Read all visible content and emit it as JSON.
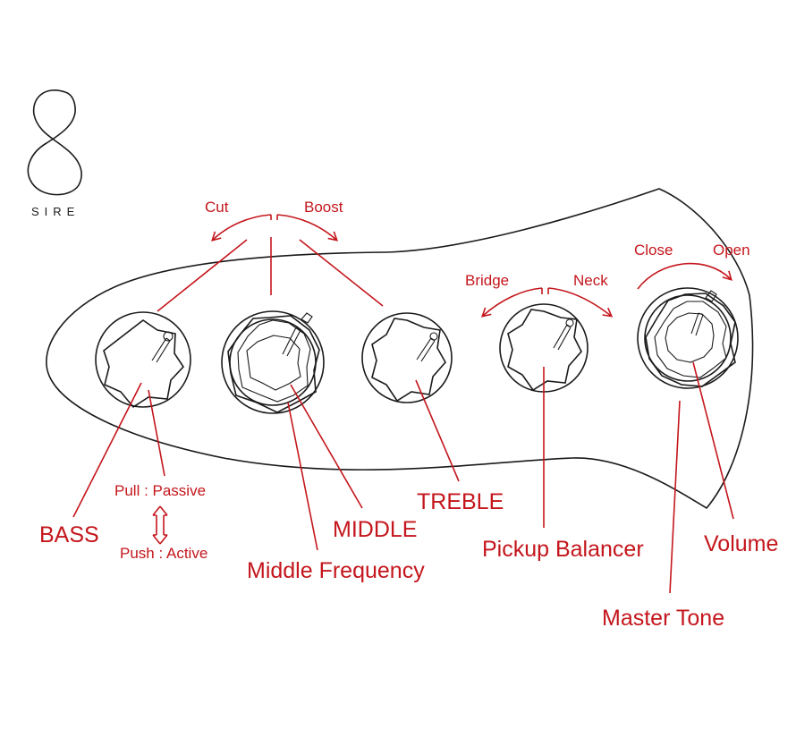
{
  "brand": {
    "name": "SIRE"
  },
  "colors": {
    "accent": "#c4161c",
    "line": "#1a1a1a",
    "background": "#ffffff"
  },
  "labels": {
    "cut": "Cut",
    "boost": "Boost",
    "bridge": "Bridge",
    "neck": "Neck",
    "close": "Close",
    "open": "Open",
    "bass": "BASS",
    "pull_passive": "Pull : Passive",
    "push_active": "Push : Active",
    "middle": "MIDDLE",
    "middle_frequency": "Middle Frequency",
    "treble": "TREBLE",
    "pickup_balancer": "Pickup Balancer",
    "volume": "Volume",
    "master_tone": "Master Tone"
  },
  "knobs": [
    {
      "id": "bass",
      "type": "single"
    },
    {
      "id": "middle",
      "type": "stacked"
    },
    {
      "id": "treble",
      "type": "single"
    },
    {
      "id": "pickup-balancer",
      "type": "single"
    },
    {
      "id": "volume-master-tone",
      "type": "stacked"
    }
  ]
}
